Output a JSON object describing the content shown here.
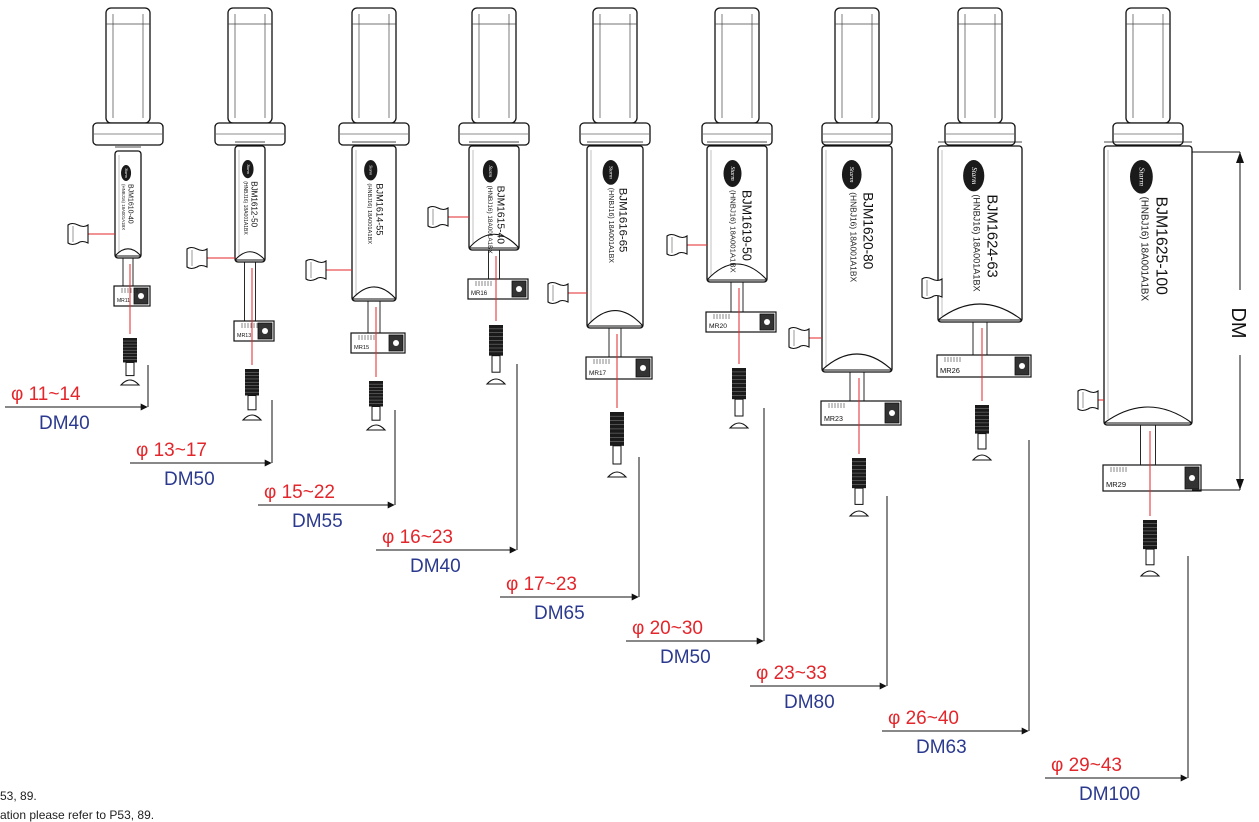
{
  "brand": "Starm",
  "tools": [
    {
      "model": "BJM1610-40",
      "spec": "(HNBJ16) 18A001A1BX",
      "insert": "MR11",
      "range": "φ 11~14",
      "dm": "DM40"
    },
    {
      "model": "BJM1612-50",
      "spec": "(HNBJ16) 18A001A1BX",
      "insert": "MR13",
      "range": "φ 13~17",
      "dm": "DM50"
    },
    {
      "model": "BJM1614-55",
      "spec": "(HNBJ16) 18A001A1BX",
      "insert": "MR15",
      "range": "φ 15~22",
      "dm": "DM55"
    },
    {
      "model": "BJM1615-40",
      "spec": "(HNBJ16) 18A001A1BX",
      "insert": "MR16",
      "range": "φ 16~23",
      "dm": "DM40"
    },
    {
      "model": "BJM1616-65",
      "spec": "(HNBJ16) 18A001A1BX",
      "insert": "MR17",
      "range": "φ 17~23",
      "dm": "DM65"
    },
    {
      "model": "BJM1619-50",
      "spec": "(HNBJ16) 18A001A1BX",
      "insert": "MR20",
      "range": "φ 20~30",
      "dm": "DM50"
    },
    {
      "model": "BJM1620-80",
      "spec": "(HNBJ16) 18A001A1BX",
      "insert": "MR23",
      "range": "φ 23~33",
      "dm": "DM80"
    },
    {
      "model": "BJM1624-63",
      "spec": "(HNBJ16) 18A001A1BX",
      "insert": "MR26",
      "range": "φ 26~40",
      "dm": "DM63"
    },
    {
      "model": "BJM1625-100",
      "spec": "(HNBJ16) 18A001A1BX",
      "insert": "MR29",
      "range": "φ 29~43",
      "dm": "DM100"
    }
  ],
  "dimension_label": "DM",
  "footnotes": [
    "53, 89.",
    "ation please refer to P53, 89."
  ]
}
